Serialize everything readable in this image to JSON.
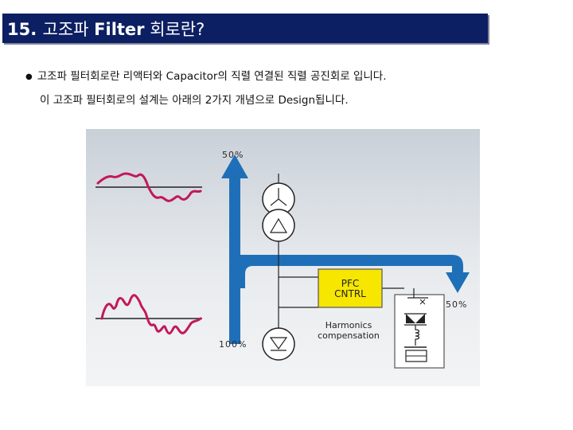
{
  "title": {
    "prefix": "15. ",
    "korean_a": "고조파 ",
    "english": "Filter",
    "korean_b": " 회로란?"
  },
  "body": {
    "bullet": "●",
    "line1": "고조파 필터회로란 리액터와 Capacitor의 직렬 연결된 직렬 공진회로 입니다.",
    "line2": "이 고조파  필터회로의 설계는 아래의 2가지 개념으로 Design됩니다."
  },
  "figure": {
    "label_top": "50%",
    "label_bottom": "100%",
    "label_right": "50%",
    "pfc_line1": "PFC",
    "pfc_line2": "CNTRL",
    "harmonics_line1": "Harmonics",
    "harmonics_line2": "compensation",
    "colors": {
      "arrow": "#1f6fb8",
      "wave": "#c2185b",
      "pfc_box": "#f7e600",
      "title_bar": "#0c1f63"
    }
  }
}
